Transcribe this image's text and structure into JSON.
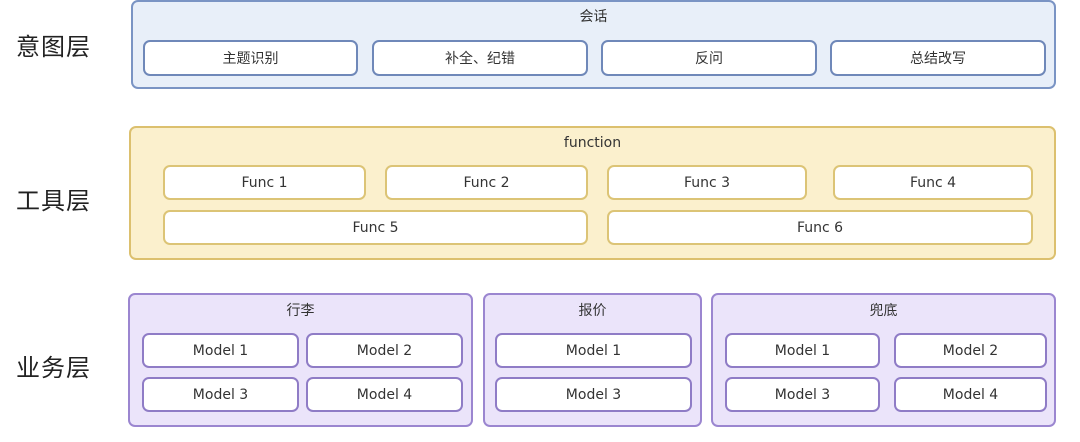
{
  "layers": {
    "intent": {
      "label": "意图层",
      "title": "会话",
      "items": [
        "主题识别",
        "补全、纪错",
        "反问",
        "总结改写"
      ]
    },
    "tool": {
      "label": "工具层",
      "title": "function",
      "items": [
        "Func 1",
        "Func 2",
        "Func 3",
        "Func 4",
        "Func 5",
        "Func 6"
      ]
    },
    "business": {
      "label": "业务层",
      "groups": [
        {
          "title": "行李",
          "items": [
            "Model 1",
            "Model 2",
            "Model 3",
            "Model 4"
          ]
        },
        {
          "title": "报价",
          "items": [
            "Model 1",
            "Model 3"
          ]
        },
        {
          "title": "兜底",
          "items": [
            "Model 1",
            "Model 2",
            "Model 3",
            "Model 4"
          ]
        }
      ]
    }
  },
  "colors": {
    "intent_fill": "#e8eff9",
    "intent_border": "#7a94c4",
    "tool_fill": "#fbf0cd",
    "tool_border": "#dcc06e",
    "business_fill": "#ebe4fa",
    "business_border": "#9b86d0"
  }
}
